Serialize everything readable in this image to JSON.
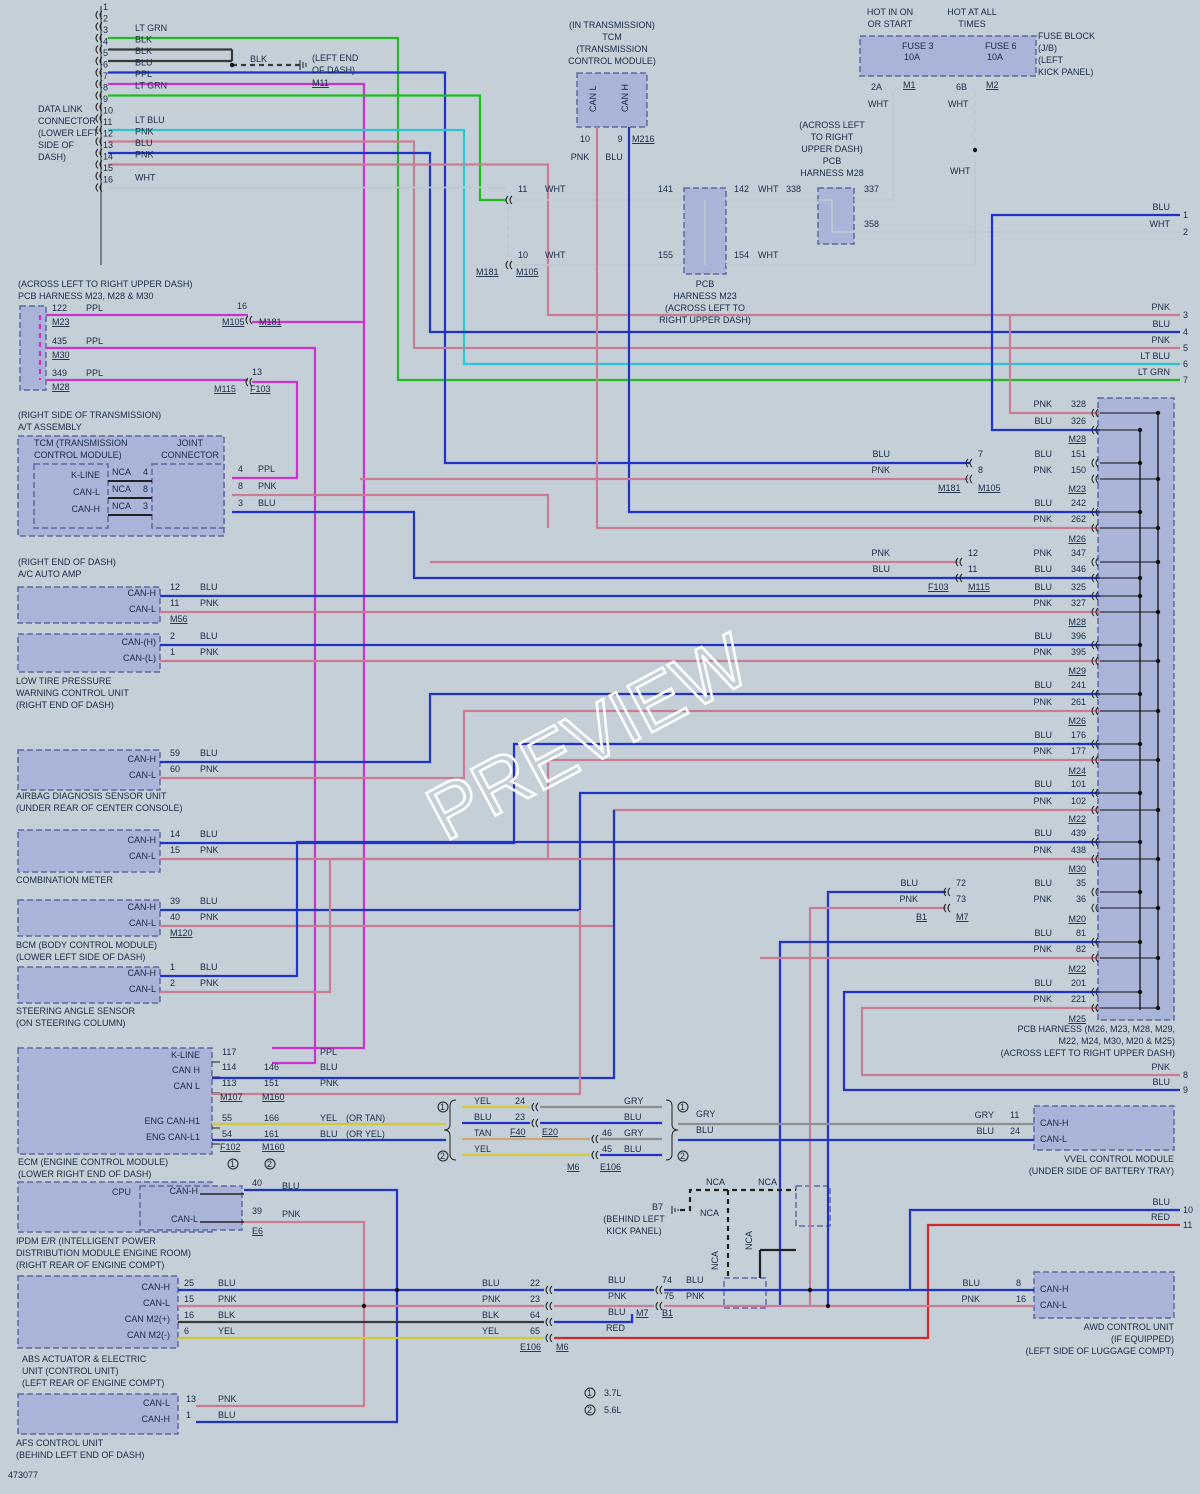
{
  "figure_id": "473077",
  "watermark": "PREVIEW",
  "colors": {
    "BLU": "#1f33c8",
    "PNK": "#c97d94",
    "PPL": "#cc33cc",
    "LT GRN": "#22bb22",
    "LT BLU": "#2fc4d2",
    "WHT": "#bfc8d0",
    "BLK": "#3a3a3a",
    "YEL": "#d2c83a",
    "RED": "#cc2b2b",
    "GRY": "#8f8f8f",
    "TAN": "#c9a877",
    "box": "#a9b4d8",
    "box_stroke": "#5e6aa0"
  },
  "dlc": {
    "title": [
      "DATA LINK",
      "CONNECTOR",
      "(LOWER LEFT",
      "SIDE OF",
      "DASH)"
    ],
    "pins": [
      {
        "pin": "1",
        "color": ""
      },
      {
        "pin": "2",
        "color": ""
      },
      {
        "pin": "3",
        "color": "LT GRN"
      },
      {
        "pin": "4",
        "color": "BLK"
      },
      {
        "pin": "5",
        "color": "BLK"
      },
      {
        "pin": "6",
        "color": "BLU"
      },
      {
        "pin": "7",
        "color": "PPL"
      },
      {
        "pin": "8",
        "color": "LT GRN"
      },
      {
        "pin": "9",
        "color": ""
      },
      {
        "pin": "10",
        "color": ""
      },
      {
        "pin": "11",
        "color": "LT BLU"
      },
      {
        "pin": "12",
        "color": "PNK"
      },
      {
        "pin": "13",
        "color": "BLU"
      },
      {
        "pin": "14",
        "color": "PNK"
      },
      {
        "pin": "15",
        "color": ""
      },
      {
        "pin": "16",
        "color": "WHT"
      }
    ],
    "ground_note": [
      "(LEFT END",
      "OF DASH)"
    ],
    "ground_ref": "M11",
    "ground_color": "BLK"
  },
  "tcm_top": {
    "title": [
      "(IN TRANSMISSION)",
      "TCM",
      "(TRANSMISSION",
      "CONTROL MODULE)"
    ],
    "pins": [
      "CAN L",
      "CAN H"
    ],
    "pin_nums": [
      "10",
      "9"
    ],
    "wire_colors": [
      "PNK",
      "BLU"
    ],
    "connector": "M216"
  },
  "fuse_block": {
    "labels": [
      "HOT IN ON",
      "OR START",
      "HOT AT ALL",
      "TIMES"
    ],
    "fuses": [
      [
        "FUSE 3",
        "10A"
      ],
      [
        "FUSE 6",
        "10A"
      ]
    ],
    "title": [
      "FUSE BLOCK",
      "(J/B)",
      "(LEFT",
      "KICK PANEL)"
    ],
    "pins": [
      "2A",
      "6B"
    ],
    "connectors": [
      "M1",
      "M2"
    ],
    "wire": "WHT"
  },
  "pcb_m28_top": {
    "title": [
      "(ACROSS LEFT",
      "TO RIGHT",
      "UPPER DASH)",
      "PCB",
      "HARNESS M28"
    ],
    "pins": [
      "338",
      "337",
      "358"
    ]
  },
  "pcb_m23_top": {
    "title": [
      "PCB",
      "HARNESS M23",
      "(ACROSS LEFT TO",
      "RIGHT UPPER DASH)"
    ],
    "pins": [
      "141",
      "142",
      "155",
      "154"
    ]
  },
  "splice_top": {
    "pins": [
      "11",
      "10"
    ],
    "wire": "WHT",
    "connectors": [
      "M181",
      "M105"
    ]
  },
  "right_outputs": [
    {
      "num": "1",
      "color": "BLU"
    },
    {
      "num": "2",
      "color": "WHT"
    },
    {
      "num": "3",
      "color": "PNK"
    },
    {
      "num": "4",
      "color": "BLU"
    },
    {
      "num": "5",
      "color": "PNK"
    },
    {
      "num": "6",
      "color": "LT BLU"
    },
    {
      "num": "7",
      "color": "LT GRN"
    },
    {
      "num": "8",
      "color": "PNK"
    },
    {
      "num": "9",
      "color": "BLU"
    },
    {
      "num": "10",
      "color": "BLU"
    },
    {
      "num": "11",
      "color": "RED"
    }
  ],
  "pcb_left": {
    "title": [
      "(ACROSS LEFT TO RIGHT UPPER DASH)",
      "PCB HARNESS M23, M28 & M30"
    ],
    "pins": [
      {
        "num": "122",
        "conn": "M23"
      },
      {
        "num": "435",
        "conn": "M30"
      },
      {
        "num": "349",
        "conn": "M28"
      }
    ],
    "wire": "PPL",
    "splices": [
      {
        "pin": "16",
        "conn": [
          "M105",
          "M181"
        ]
      },
      {
        "pin": "13",
        "conn": [
          "M115",
          "F103"
        ]
      }
    ]
  },
  "tcm_at": {
    "title": [
      "(RIGHT SIDE OF TRANSMISSION)",
      "A/T ASSEMBLY"
    ],
    "tcm_label": [
      "TCM (TRANSMISSION",
      "CONTROL MODULE)"
    ],
    "jc_label": [
      "JOINT",
      "CONNECTOR"
    ],
    "lines": [
      {
        "sig": "K-LINE",
        "nca": "NCA",
        "pin": "4",
        "color": "PPL"
      },
      {
        "sig": "CAN-L",
        "nca": "NCA",
        "pin": "8",
        "color": "PNK"
      },
      {
        "sig": "CAN-H",
        "nca": "NCA",
        "pin": "3",
        "color": "BLU"
      }
    ]
  },
  "modules": [
    {
      "title": [
        "(RIGHT END OF DASH)",
        "A/C AUTO AMP"
      ],
      "sigs": [
        "CAN-H",
        "CAN-L"
      ],
      "pins": [
        "12",
        "11"
      ],
      "colors": [
        "BLU",
        "PNK"
      ],
      "conn": "M56"
    },
    {
      "title": [
        "LOW TIRE PRESSURE",
        "WARNING CONTROL UNIT",
        "(RIGHT END OF DASH)"
      ],
      "sigs": [
        "CAN-(H)",
        "CAN-(L)"
      ],
      "pins": [
        "2",
        "1"
      ],
      "colors": [
        "BLU",
        "PNK"
      ],
      "conn": ""
    },
    {
      "title": [
        "AIRBAG DIAGNOSIS SENSOR UNIT",
        "(UNDER REAR OF CENTER CONSOLE)"
      ],
      "sigs": [
        "CAN-H",
        "CAN-L"
      ],
      "pins": [
        "59",
        "60"
      ],
      "colors": [
        "BLU",
        "PNK"
      ],
      "conn": ""
    },
    {
      "title": [
        "COMBINATION METER"
      ],
      "sigs": [
        "CAN-H",
        "CAN-L"
      ],
      "pins": [
        "14",
        "15"
      ],
      "colors": [
        "BLU",
        "PNK"
      ],
      "conn": ""
    },
    {
      "title": [
        "BCM (BODY CONTROL MODULE)",
        "(LOWER LEFT SIDE OF DASH)"
      ],
      "sigs": [
        "CAN-H",
        "CAN-L"
      ],
      "pins": [
        "39",
        "40"
      ],
      "colors": [
        "BLU",
        "PNK"
      ],
      "conn": "M120"
    },
    {
      "title": [
        "STEERING ANGLE SENSOR",
        "(ON STEERING COLUMN)"
      ],
      "sigs": [
        "CAN-H",
        "CAN-L"
      ],
      "pins": [
        "1",
        "2"
      ],
      "colors": [
        "BLU",
        "PNK"
      ],
      "conn": ""
    }
  ],
  "big_pcb": {
    "title": [
      "PCB HARNESS (M26, M23, M28, M29,",
      "M22, M24, M30, M20 & M25)",
      "(ACROSS LEFT TO RIGHT UPPER DASH)"
    ],
    "groups": [
      {
        "conn": "M28",
        "rows": [
          [
            "PNK",
            "328"
          ],
          [
            "BLU",
            "326"
          ]
        ]
      },
      {
        "conn": "M23",
        "rows": [
          [
            "BLU",
            "151"
          ],
          [
            "PNK",
            "150"
          ]
        ]
      },
      {
        "conn": "M26",
        "rows": [
          [
            "BLU",
            "242"
          ],
          [
            "PNK",
            "262"
          ]
        ]
      },
      {
        "conn": "M28",
        "rows": [
          [
            "PNK",
            "347"
          ],
          [
            "BLU",
            "346"
          ],
          [
            "BLU",
            "325"
          ],
          [
            "PNK",
            "327"
          ]
        ]
      },
      {
        "conn": "M29",
        "rows": [
          [
            "BLU",
            "396"
          ],
          [
            "PNK",
            "395"
          ]
        ]
      },
      {
        "conn": "M26",
        "rows": [
          [
            "BLU",
            "241"
          ],
          [
            "PNK",
            "261"
          ]
        ]
      },
      {
        "conn": "M24",
        "rows": [
          [
            "BLU",
            "176"
          ],
          [
            "PNK",
            "177"
          ]
        ]
      },
      {
        "conn": "M22",
        "rows": [
          [
            "BLU",
            "101"
          ],
          [
            "PNK",
            "102"
          ]
        ]
      },
      {
        "conn": "M30",
        "rows": [
          [
            "BLU",
            "439"
          ],
          [
            "PNK",
            "438"
          ]
        ]
      },
      {
        "conn": "M20",
        "rows": [
          [
            "BLU",
            "35"
          ],
          [
            "PNK",
            "36"
          ]
        ]
      },
      {
        "conn": "M22",
        "rows": [
          [
            "BLU",
            "81"
          ],
          [
            "PNK",
            "82"
          ]
        ]
      },
      {
        "conn": "M25",
        "rows": [
          [
            "BLU",
            "201"
          ],
          [
            "PNK",
            "221"
          ]
        ]
      }
    ]
  },
  "mid_splices": [
    {
      "label_left": [
        "BLU",
        "PNK"
      ],
      "pins": [
        "7",
        "8"
      ],
      "conn": [
        "M181",
        "M105"
      ]
    },
    {
      "label_left": [
        "PNK",
        "BLU"
      ],
      "pins": [
        "12",
        "11"
      ],
      "conn": [
        "F103",
        "M115"
      ]
    },
    {
      "label_left": [
        "BLU",
        "PNK"
      ],
      "pins": [
        "72",
        "73"
      ],
      "conn": [
        "B1",
        "M7"
      ]
    }
  ],
  "ecm": {
    "title": [
      "ECM (ENGINE CONTROL MODULE)",
      "(LOWER RIGHT END OF DASH)"
    ],
    "rows": [
      {
        "sig": "K-LINE",
        "pin": "117",
        "color": "PPL"
      },
      {
        "sig": "CAN H",
        "pin": "114",
        "pin2": "146",
        "color": "BLU"
      },
      {
        "sig": "CAN L",
        "pin": "113",
        "pin2": "151",
        "color": "PNK"
      },
      {
        "sig": "ENG CAN-H1",
        "pin": "55",
        "pin2": "166",
        "color": "YEL",
        "note": "(OR TAN)"
      },
      {
        "sig": "ENG CAN-L1",
        "pin": "54",
        "pin2": "161",
        "color": "BLU",
        "note": "(OR YEL)"
      }
    ],
    "conns": [
      "M107",
      "M160",
      "F102",
      "M160"
    ],
    "variants": [
      "1",
      "2"
    ]
  },
  "eng_can": {
    "variant1": [
      [
        "YEL",
        "24",
        "GRY"
      ],
      [
        "BLU",
        "23",
        "BLU"
      ]
    ],
    "variant1_conn": [
      "F40",
      "E20"
    ],
    "variant2": [
      [
        "TAN",
        "46",
        "GRY"
      ],
      [
        "YEL",
        "45",
        "BLU"
      ]
    ],
    "variant2_conn": [
      "M6",
      "E106"
    ],
    "out": [
      "GRY",
      "BLU"
    ]
  },
  "vvel": {
    "title": [
      "VVEL CONTROL MODULE",
      "(UNDER SIDE OF BATTERY TRAY)"
    ],
    "sigs": [
      "CAN-H",
      "CAN-L"
    ],
    "pins": [
      "11",
      "24"
    ],
    "colors": [
      "GRY",
      "BLU"
    ]
  },
  "ipdm": {
    "title": [
      "IPDM E/R (INTELLIGENT POWER",
      "DISTRIBUTION MODULE ENGINE ROOM)",
      "(RIGHT REAR OF ENGINE COMPT)"
    ],
    "cpu": "CPU",
    "sigs": [
      "CAN-H",
      "CAN-L"
    ],
    "pins": [
      "40",
      "39"
    ],
    "colors": [
      "BLU",
      "PNK"
    ],
    "conn": "E6"
  },
  "abs": {
    "title": [
      "ABS ACTUATOR & ELECTRIC",
      "UNIT (CONTROL UNIT)",
      "(LEFT REAR OF ENGINE COMPT)"
    ],
    "rows": [
      [
        "CAN-H",
        "25",
        "BLU"
      ],
      [
        "CAN-L",
        "15",
        "PNK"
      ],
      [
        "CAN M2(+)",
        "16",
        "BLK"
      ],
      [
        "CAN M2(-)",
        "6",
        "YEL"
      ]
    ]
  },
  "abs_splice": {
    "left": [
      "BLU",
      "PNK",
      "BLK",
      "YEL"
    ],
    "pins": [
      "22",
      "23",
      "64",
      "65"
    ],
    "conn": [
      "E106",
      "M6"
    ],
    "right": [
      "BLU",
      "PNK",
      "BLU",
      "RED"
    ],
    "pins2": [
      "74",
      "75"
    ],
    "conn2": [
      "M7",
      "B1"
    ]
  },
  "afs": {
    "title": [
      "AFS CONTROL UNIT",
      "(BEHIND LEFT END OF DASH)"
    ],
    "sigs": [
      "CAN-L",
      "CAN-H"
    ],
    "pins": [
      "13",
      "1"
    ],
    "colors": [
      "PNK",
      "BLU"
    ]
  },
  "b7": {
    "label": "B7",
    "title": [
      "(BEHIND LEFT",
      "KICK PANEL)"
    ],
    "nca": "NCA"
  },
  "awd": {
    "title": [
      "AWD CONTROL UNIT",
      "(IF EQUIPPED)",
      "(LEFT SIDE OF LUGGAGE COMPT)"
    ],
    "sigs": [
      "CAN-H",
      "CAN-L"
    ],
    "pins": [
      "8",
      "16"
    ],
    "colors": [
      "BLU",
      "PNK"
    ]
  },
  "legend": [
    {
      "sym": "1",
      "text": "3.7L"
    },
    {
      "sym": "2",
      "text": "5.6L"
    }
  ]
}
